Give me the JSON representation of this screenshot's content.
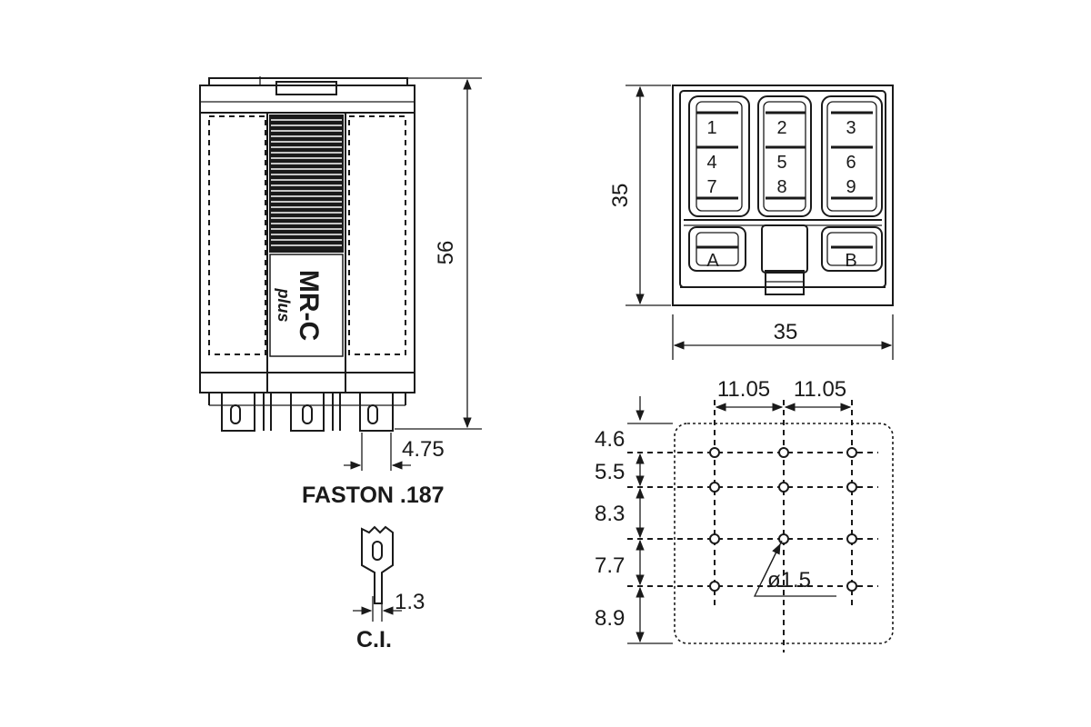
{
  "side_view": {
    "brand_label": "MR-C",
    "brand_sub": "plus",
    "height_dim": "56",
    "faston_width_dim": "4.75",
    "faston_label": "FASTON .187",
    "pin_width_dim": "1.3",
    "ci_label": "C.I."
  },
  "top_view": {
    "height_dim": "35",
    "width_dim": "35",
    "pins": [
      "1",
      "2",
      "3",
      "4",
      "5",
      "6",
      "7",
      "8",
      "9"
    ],
    "coil_a": "A",
    "coil_b": "B"
  },
  "pcb_layout": {
    "h_spacing_1": "11.05",
    "h_spacing_2": "11.05",
    "v_dims": [
      "4.6",
      "5.5",
      "8.3",
      "7.7",
      "8.9"
    ],
    "hole_diameter": "ø1.5"
  }
}
